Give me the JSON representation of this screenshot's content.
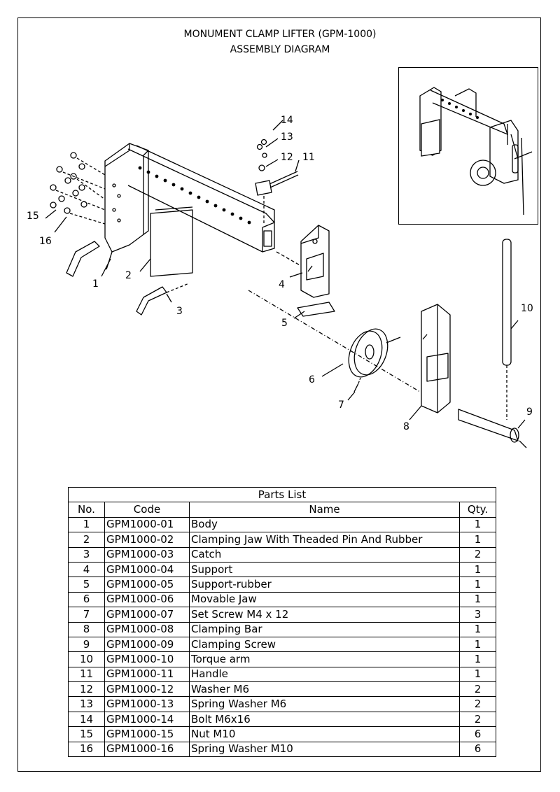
{
  "header": {
    "title_line1": "MONUMENT CLAMP LIFTER (GPM-1000)",
    "title_line2": "ASSEMBLY DIAGRAM"
  },
  "callouts": [
    "1",
    "2",
    "3",
    "4",
    "5",
    "6",
    "7",
    "8",
    "9",
    "10",
    "11",
    "12",
    "13",
    "14",
    "15",
    "16"
  ],
  "parts_list": {
    "caption": "Parts List",
    "columns": [
      "No.",
      "Code",
      "Name",
      "Qty."
    ],
    "rows": [
      {
        "no": "1",
        "code": "GPM1000-01",
        "name": "Body",
        "qty": "1"
      },
      {
        "no": "2",
        "code": "GPM1000-02",
        "name": "Clamping Jaw With Theaded Pin And Rubber",
        "qty": "1"
      },
      {
        "no": "3",
        "code": "GPM1000-03",
        "name": "Catch",
        "qty": "2"
      },
      {
        "no": "4",
        "code": "GPM1000-04",
        "name": "Support",
        "qty": "1"
      },
      {
        "no": "5",
        "code": "GPM1000-05",
        "name": "Support-rubber",
        "qty": "1"
      },
      {
        "no": "6",
        "code": "GPM1000-06",
        "name": "Movable Jaw",
        "qty": "1"
      },
      {
        "no": "7",
        "code": "GPM1000-07",
        "name": "Set Screw M4 x 12",
        "qty": "3"
      },
      {
        "no": "8",
        "code": "GPM1000-08",
        "name": "Clamping Bar",
        "qty": "1"
      },
      {
        "no": "9",
        "code": "GPM1000-09",
        "name": "Clamping Screw",
        "qty": "1"
      },
      {
        "no": "10",
        "code": "GPM1000-10",
        "name": "Torque arm",
        "qty": "1"
      },
      {
        "no": "11",
        "code": "GPM1000-11",
        "name": "Handle",
        "qty": "1"
      },
      {
        "no": "12",
        "code": "GPM1000-12",
        "name": "Washer M6",
        "qty": "2"
      },
      {
        "no": "13",
        "code": "GPM1000-13",
        "name": "Spring Washer M6",
        "qty": "2"
      },
      {
        "no": "14",
        "code": "GPM1000-14",
        "name": "Bolt M6x16",
        "qty": "2"
      },
      {
        "no": "15",
        "code": "GPM1000-15",
        "name": "Nut M10",
        "qty": "6"
      },
      {
        "no": "16",
        "code": "GPM1000-16",
        "name": "Spring Washer M10",
        "qty": "6"
      }
    ]
  }
}
